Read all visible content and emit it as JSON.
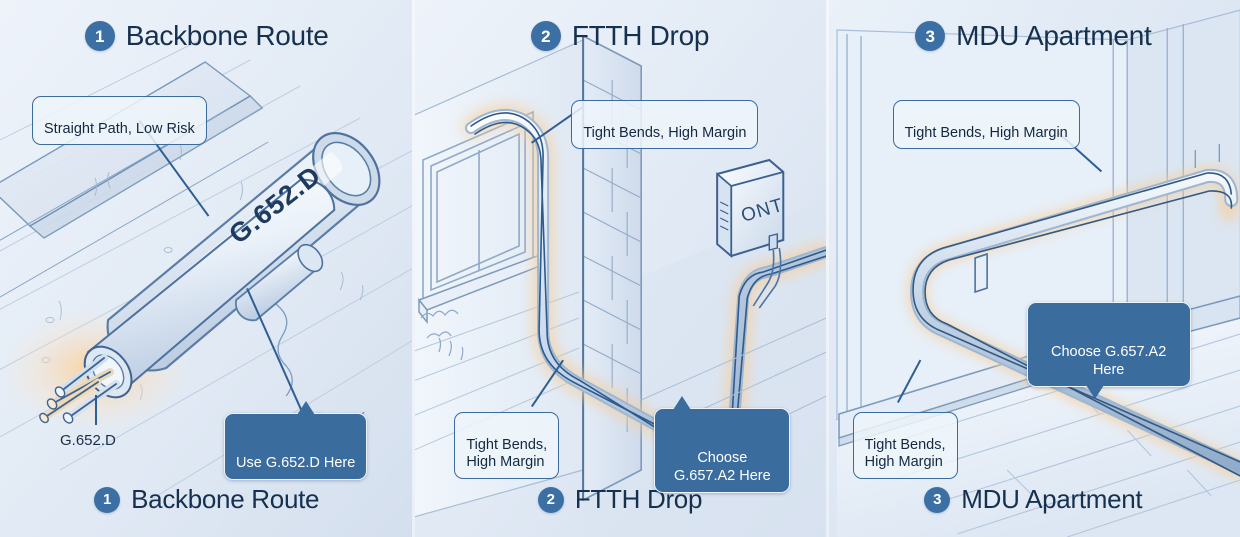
{
  "figure": {
    "type": "three-panel-technical-illustration",
    "subject": "Fiber optic cable type selection by deployment scenario",
    "style_colors": {
      "background": "#e1e9f3",
      "accent_blue": "#3a6c9e",
      "ink": "#16304f",
      "glow": "#f6c98a"
    }
  },
  "panels": [
    {
      "number": "1",
      "title": "Backbone Route",
      "cable_marking": "G.652.D",
      "condition_label": "Straight Path, Low Risk",
      "recommendation": "Use G.652.D Here",
      "part_label": "G.652.D",
      "scene": "buried duct in trench with fiber cable end exposed"
    },
    {
      "number": "2",
      "title": "FTTH Drop",
      "condition_label_top": "Tight Bends, High Margin",
      "condition_label_bottom": "Tight Bends,\nHigh Margin",
      "recommendation": "Choose\nG.657.A2 Here",
      "device_label": "ONT",
      "scene": "drop cable bending around brick building corner to ONT"
    },
    {
      "number": "3",
      "title": "MDU Apartment",
      "condition_label_top": "Tight Bends, High Margin",
      "condition_label_bottom": "Tight Bends,\nHigh Margin",
      "recommendation": "Choose G.657.A2\nHere",
      "scene": "indoor fiber run along skirting board in apartment corner"
    }
  ]
}
